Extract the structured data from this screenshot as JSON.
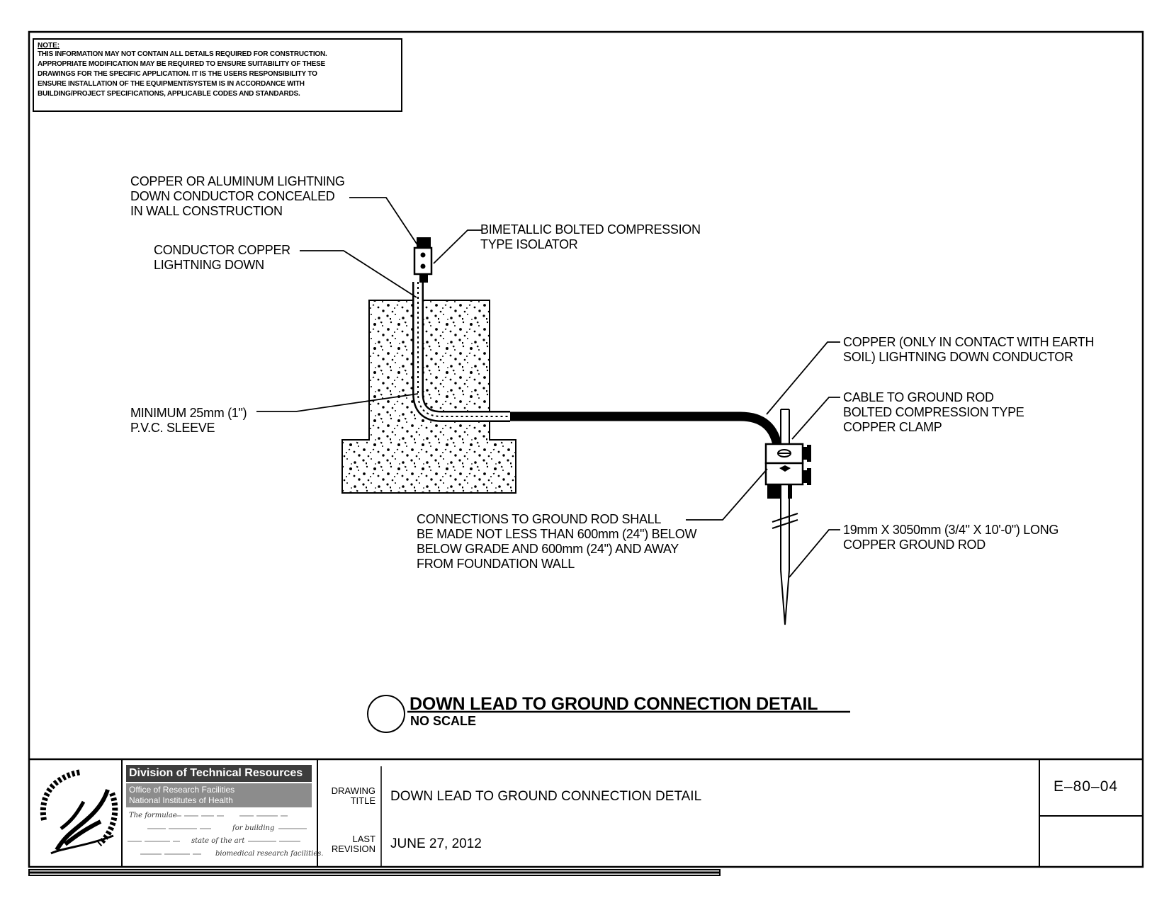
{
  "note": {
    "title": "NOTE:",
    "lines": [
      "THIS INFORMATION MAY NOT CONTAIN ALL DETAILS REQUIRED FOR CONSTRUCTION.",
      "APPROPRIATE MODIFICATION MAY BE REQUIRED TO ENSURE SUITABILITY OF THESE",
      "DRAWINGS FOR THE SPECIFIC APPLICATION.  IT IS THE USERS RESPONSIBILITY TO",
      "ENSURE INSTALLATION OF THE EQUIPMENT/SYSTEM IS IN ACCORDANCE WITH",
      "BUILDING/PROJECT SPECIFICATIONS, APPLICABLE CODES AND STANDARDS."
    ]
  },
  "labels": {
    "down_conductor": [
      "COPPER OR ALUMINUM LIGHTNING",
      "DOWN CONDUCTOR CONCEALED",
      "IN WALL CONSTRUCTION"
    ],
    "isolator": [
      "BIMETALLIC BOLTED COMPRESSION",
      "TYPE ISOLATOR"
    ],
    "conductor_copper": [
      "CONDUCTOR COPPER",
      "LIGHTNING DOWN"
    ],
    "sleeve": [
      "MINIMUM 25mm (1\")",
      "P.V.C. SLEEVE"
    ],
    "copper_soil": [
      "COPPER (ONLY IN CONTACT WITH  EARTH",
      "SOIL) LIGHTNING DOWN CONDUCTOR"
    ],
    "clamp": [
      "CABLE TO GROUND ROD",
      "BOLTED COMPRESSION TYPE",
      "COPPER CLAMP"
    ],
    "connections": [
      "CONNECTIONS TO GROUND ROD SHALL",
      "BE MADE NOT LESS THAN 600mm (24\") BELOW",
      "BELOW GRADE AND 600mm (24\") AND AWAY",
      "FROM FOUNDATION WALL"
    ],
    "ground_rod": [
      "19mm X 3050mm (3/4\" X 10'-0\") LONG",
      "COPPER GROUND ROD"
    ]
  },
  "detail": {
    "title": "DOWN LEAD TO GROUND CONNECTION  DETAIL",
    "scale": "NO SCALE"
  },
  "title_block": {
    "org_name": "Division of Technical Resources",
    "org_sub1": "Office of Research Facilities",
    "org_sub2": "National Institutes of Health",
    "formula_text": [
      "The formulae",
      "for building",
      "state of the art",
      "biomedical research facilities."
    ],
    "drawing_title_label": [
      "DRAWING",
      "TITLE"
    ],
    "drawing_title": "DOWN LEAD TO GROUND CONNECTION  DETAIL",
    "last_revision_label": [
      "LAST",
      "REVISION"
    ],
    "last_revision": "JUNE 27, 2012",
    "drawing_number": "E–80–04"
  }
}
